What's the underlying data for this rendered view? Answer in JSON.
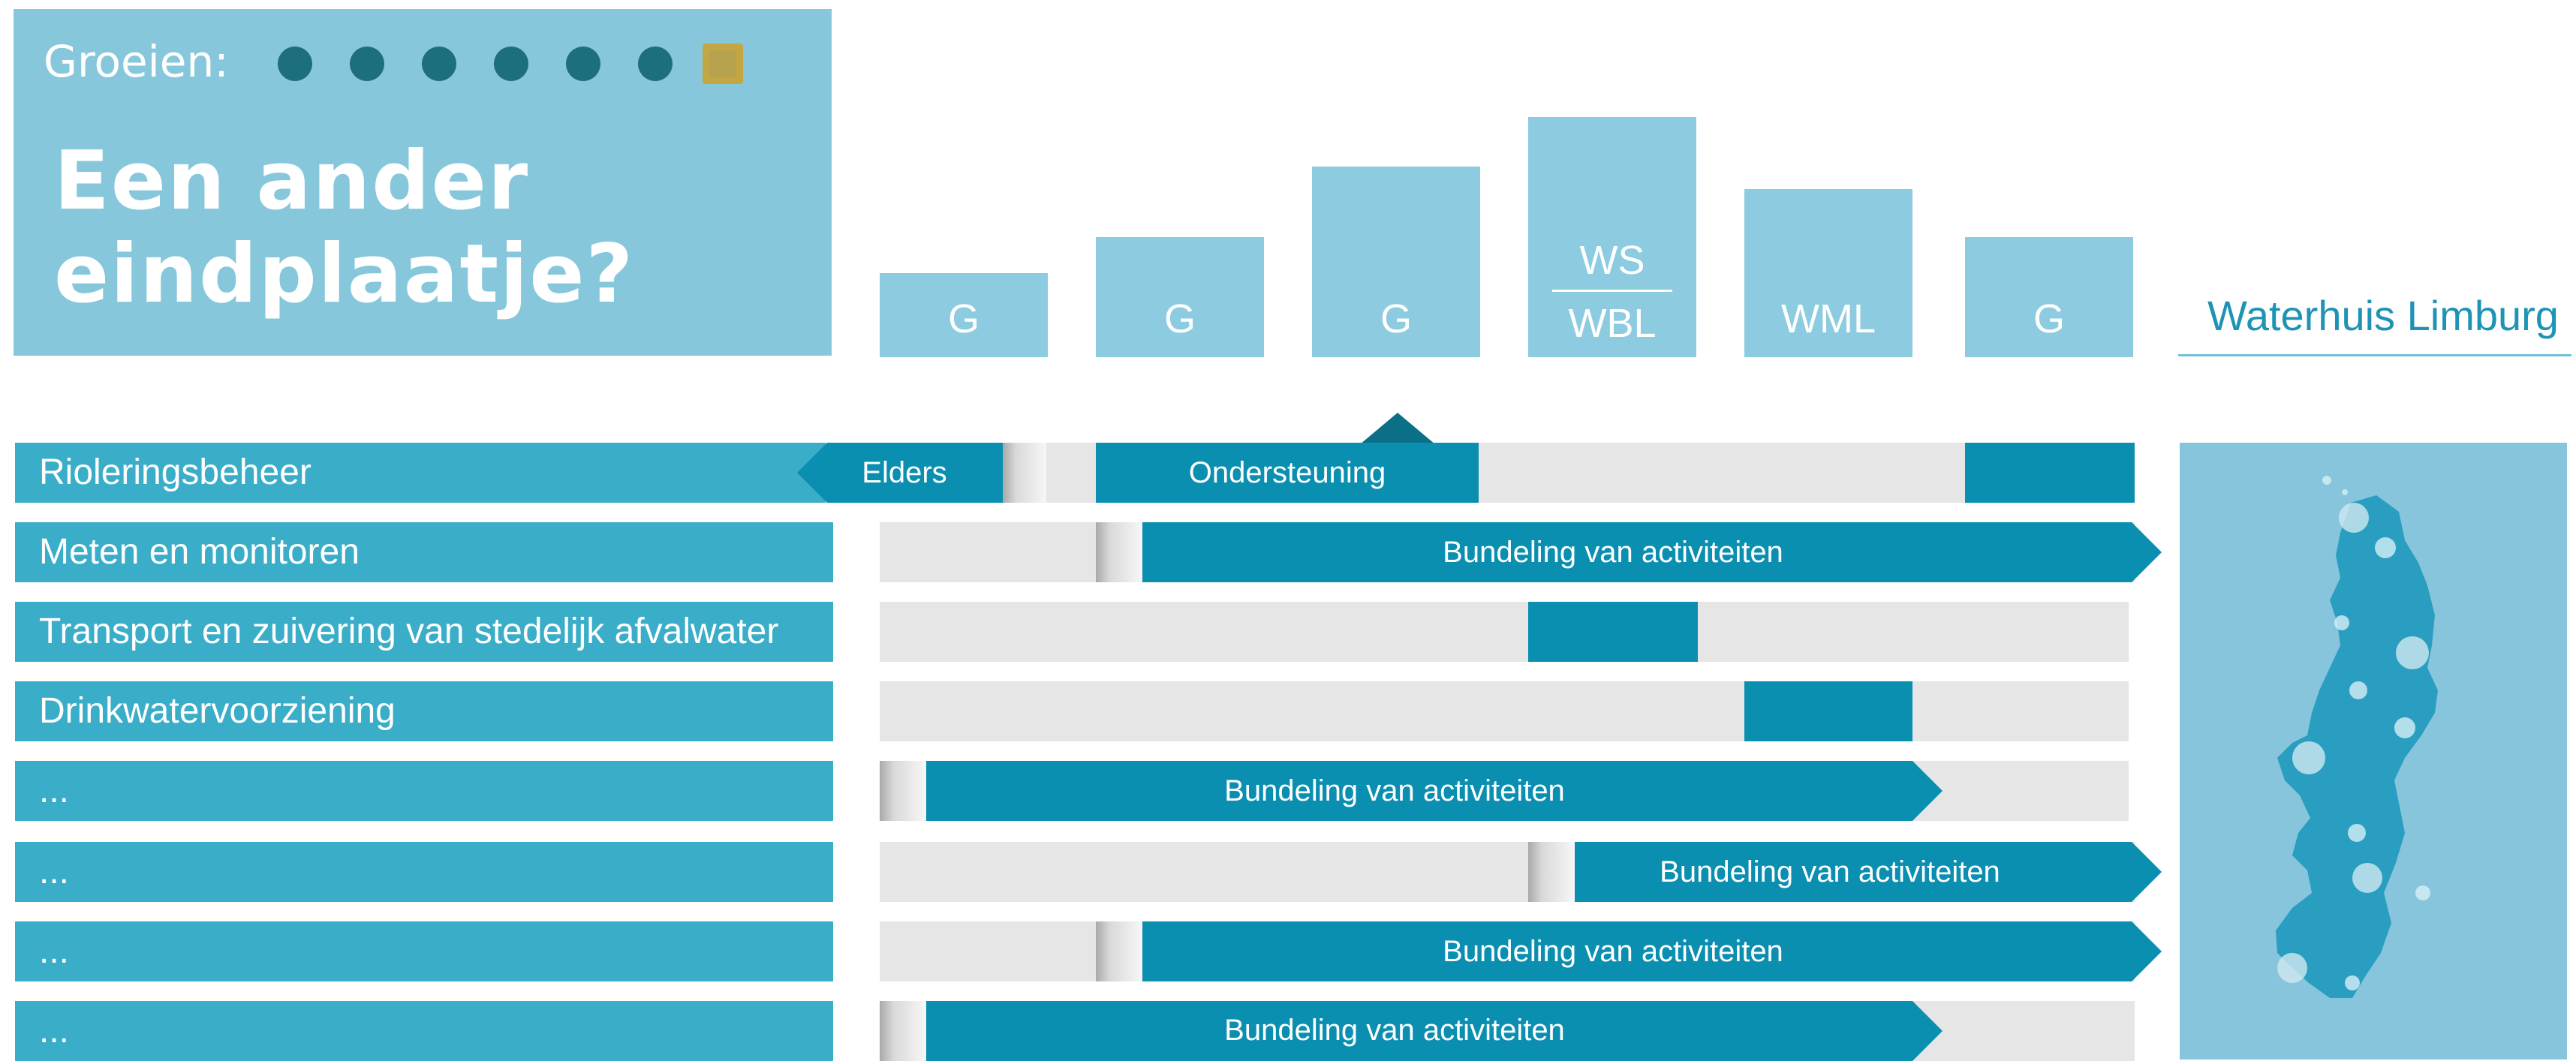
{
  "header": {
    "growth_label": "Groeien:",
    "growth_steps_total": 7,
    "growth_step_active": 7,
    "title": "Een ander eindplaatje?",
    "title_line1": "Een ander",
    "title_line2": "eindplaatje?"
  },
  "columns": [
    {
      "label": "G"
    },
    {
      "label": "G"
    },
    {
      "label": "G"
    },
    {
      "label_top": "WS",
      "label_bottom": "WBL"
    },
    {
      "label": "WML"
    },
    {
      "label": "G"
    }
  ],
  "organisation": {
    "label": "Waterhuis Limburg"
  },
  "rows": [
    {
      "label": "Rioleringsbeheer",
      "elders": "Elders",
      "support": "Ondersteuning"
    },
    {
      "label": "Meten en monitoren",
      "bar": "Bundeling van activiteiten"
    },
    {
      "label": "Transport en zuivering van stedelijk afvalwater"
    },
    {
      "label": "Drinkwatervoorziening"
    },
    {
      "label": "...",
      "bar": "Bundeling van activiteiten"
    },
    {
      "label": "...",
      "bar": "Bundeling van activiteiten"
    },
    {
      "label": "...",
      "bar": "Bundeling van activiteiten"
    },
    {
      "label": "...",
      "bar": "Bundeling van activiteiten"
    }
  ],
  "colors": {
    "panel": "#87c7dc",
    "row_label": "#3aadc8",
    "bar": "#0b8fb0",
    "track": "#e6e6e6",
    "dot": "#1e6f7c",
    "dot_active": "#c4a642",
    "accent_text": "#1f93b4"
  }
}
